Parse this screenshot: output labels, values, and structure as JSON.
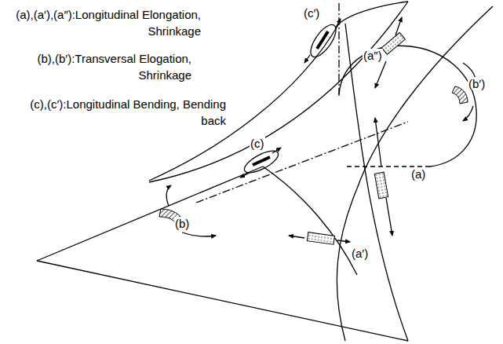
{
  "diagram": {
    "labels": [
      "(a),(a′),(a″):Longitudinal Elongation, Shrinkage",
      "(b),(b′):Transversal Elogation, Shrinkage",
      "(c),(c′):Longitudinal Bending, Bending back",
      "(c′)",
      "(a″)",
      "(b′)",
      "(c)",
      "(a)",
      "(b)",
      "(a′)"
    ]
  }
}
